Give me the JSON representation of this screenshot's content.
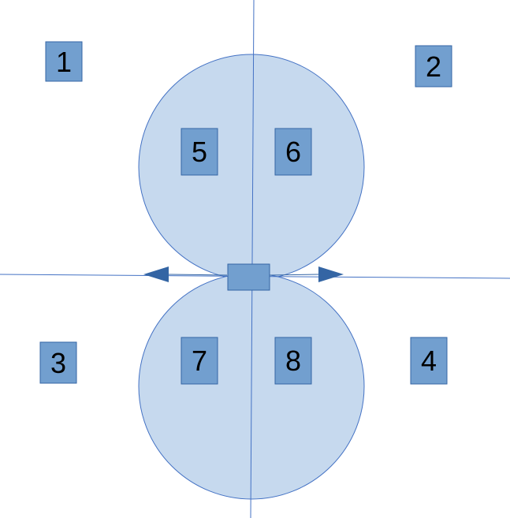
{
  "colors": {
    "background": "#ffffff",
    "line": "#4472c4",
    "circle_fill": "#c6d9ee",
    "circle_stroke": "#4472c4",
    "box_fill": "#729fcf",
    "box_stroke": "#3465a4",
    "arrow": "#3465a4",
    "label": "#000000"
  },
  "regions": [
    {
      "id": "1",
      "label": "1"
    },
    {
      "id": "2",
      "label": "2"
    },
    {
      "id": "3",
      "label": "3"
    },
    {
      "id": "4",
      "label": "4"
    },
    {
      "id": "5",
      "label": "5"
    },
    {
      "id": "6",
      "label": "6"
    },
    {
      "id": "7",
      "label": "7"
    },
    {
      "id": "8",
      "label": "8"
    }
  ]
}
